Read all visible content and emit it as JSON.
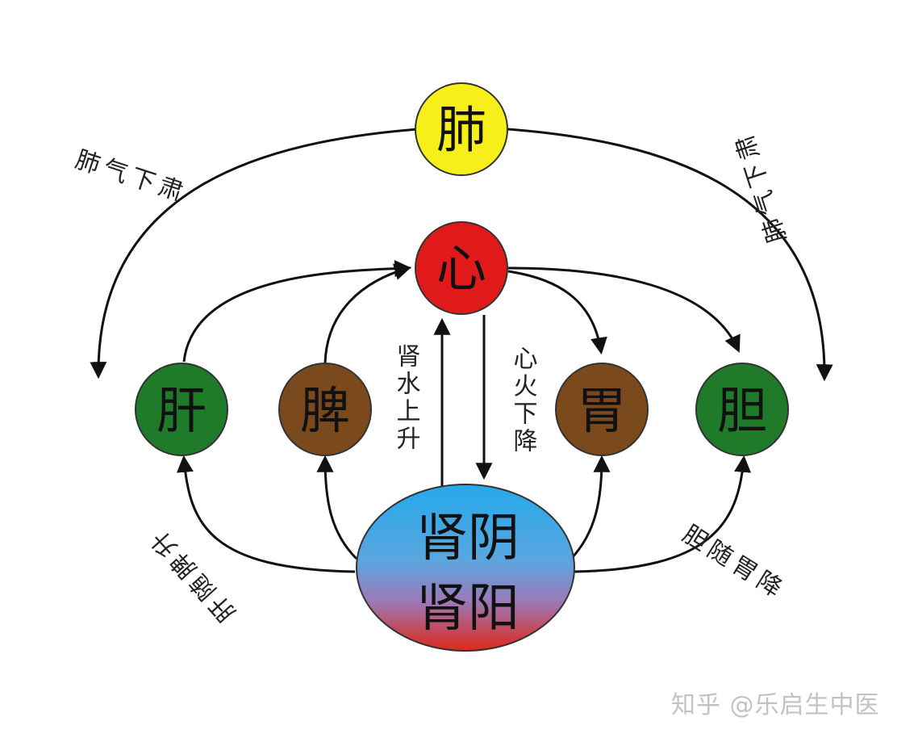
{
  "nodes": {
    "lung": {
      "label": "肺",
      "color": "#f7ef1a"
    },
    "heart": {
      "label": "心",
      "color": "#e01a1a"
    },
    "liver": {
      "label": "肝",
      "color": "#1f7a2a"
    },
    "spleen": {
      "label": "脾",
      "color": "#7a4a1c"
    },
    "stomach": {
      "label": "胃",
      "color": "#7a4a1c"
    },
    "gallbladder": {
      "label": "胆",
      "color": "#1f7a2a"
    },
    "kidney": {
      "line1": "肾阴",
      "line2": "肾阳",
      "top_color": "#2aa8e8",
      "bottom_color": "#e0281a"
    }
  },
  "labels": {
    "lung_qi_left": "肺气下肃",
    "lung_qi_right": "肺气下肃",
    "kidney_water_rise": "肾水上升",
    "heart_fire_descend": "心火下降",
    "liver_spleen_rise": "肝随脾升",
    "gallbladder_stomach_descend": "胆随胃降"
  },
  "watermark": "知乎 @乐启生中医"
}
